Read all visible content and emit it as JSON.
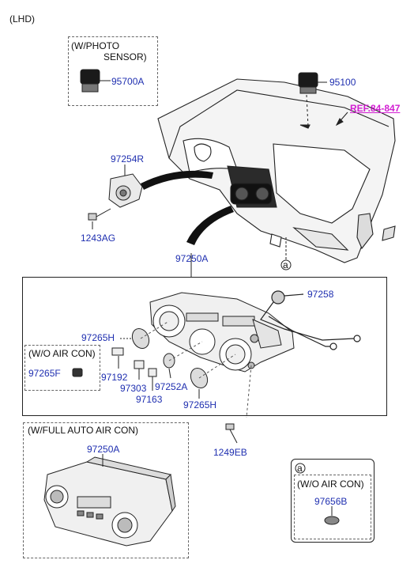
{
  "header": {
    "variant": "(LHD)"
  },
  "photo_sensor_box": {
    "title_line1": "(W/PHOTO",
    "title_line2": "SENSOR)",
    "part": "95700A"
  },
  "dash_parts": {
    "sensor": "95100",
    "ref": "REF.84-847"
  },
  "switch_parts": {
    "switch": "97254R",
    "screw": "1243AG"
  },
  "controller": {
    "assembly": "97250A",
    "cable": "97258",
    "knob_left": "97265H",
    "knob_right": "97265H",
    "bulb": "97192",
    "bulb_holder": "97303",
    "lamp": "97163",
    "knob_center": "97252A"
  },
  "no_ac_box": {
    "title": "(W/O AIR CON)",
    "part": "97265F"
  },
  "screw": {
    "part": "1249EB"
  },
  "auto_ac_box": {
    "title": "(W/FULL AUTO AIR CON)",
    "part": "97250A"
  },
  "legend_box": {
    "marker": "a",
    "title": "(W/O AIR CON)",
    "part": "97656B"
  },
  "callout_marker": "a",
  "colors": {
    "part_number": "#1f2fb0",
    "reference": "#d21fd2",
    "line": "#222222"
  }
}
